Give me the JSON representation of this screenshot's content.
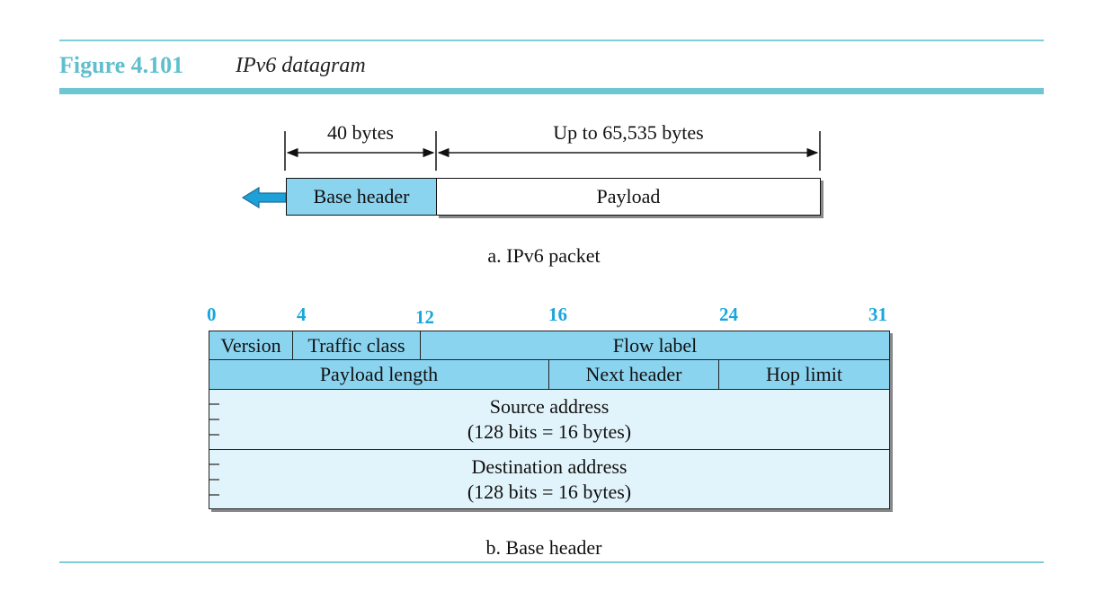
{
  "figure": {
    "number": "Figure 4.101",
    "title": "IPv6 datagram"
  },
  "packet": {
    "header_size_label": "40 bytes",
    "payload_size_label": "Up to 65,535 bytes",
    "base_header_label": "Base header",
    "payload_label": "Payload",
    "caption": "a. IPv6 packet"
  },
  "base_header": {
    "bit_positions": [
      "0",
      "4",
      "12",
      "16",
      "24",
      "31"
    ],
    "fields": {
      "version": "Version",
      "traffic_class": "Traffic class",
      "flow_label": "Flow label",
      "payload_length": "Payload length",
      "next_header": "Next header",
      "hop_limit": "Hop limit",
      "source_address": "Source address",
      "source_size": "(128 bits = 16 bytes)",
      "destination_address": "Destination address",
      "destination_size": "(128 bits = 16 bytes)"
    },
    "caption": "b. Base header"
  },
  "colors": {
    "accent": "#5fbfcc",
    "bit_numbers": "#1aa6dc",
    "field_dark": "#8bd4f0",
    "field_light": "#e2f4fb"
  }
}
